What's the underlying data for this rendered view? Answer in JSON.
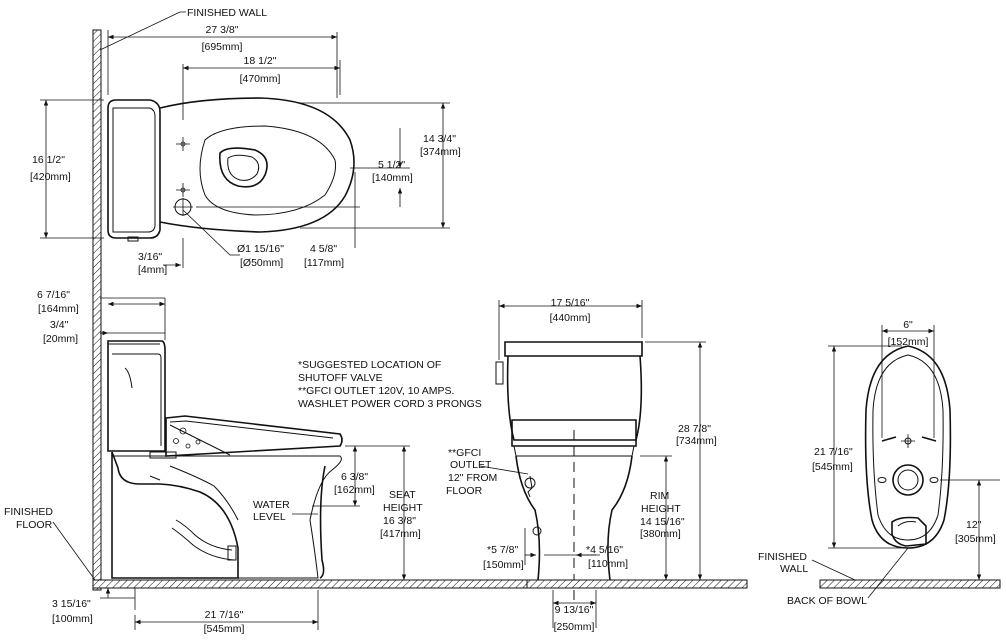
{
  "labels": {
    "finished_wall_top": "FINISHED WALL",
    "dim_27_in": "27 3/8\"",
    "dim_27_mm": "[695mm]",
    "dim_18_in": "18 1/2\"",
    "dim_18_mm": "[470mm]",
    "dim_16_in": "16 1/2\"",
    "dim_16_mm": "[420mm]",
    "dim_14_in": "14 3/4\"",
    "dim_14_mm": "[374mm]",
    "dim_5h_in": "5 1/2\"",
    "dim_5h_mm": "[140mm]",
    "dim_316_in": "3/16\"",
    "dim_316_mm": "[4mm]",
    "dim_dia_in": "Ø1 15/16\"",
    "dim_dia_mm": "[Ø50mm]",
    "dim_458_in": "4 5/8\"",
    "dim_458_mm": "[117mm]",
    "dim_6716_in": "6 7/16\"",
    "dim_6716_mm": "[164mm]",
    "dim_34_in": "3/4\"",
    "dim_34_mm": "[20mm]",
    "notes": [
      "*SUGGESTED LOCATION OF",
      "SHUTOFF VALVE",
      "**GFCI OUTLET 120V, 10 AMPS.",
      "WASHLET POWER CORD 3 PRONGS"
    ],
    "dim_638_in": "6 3/8\"",
    "dim_638_mm": "[162mm]",
    "water_level": [
      "WATER",
      "LEVEL"
    ],
    "seat_height": [
      "SEAT",
      "HEIGHT",
      "16 3/8\"",
      "[417mm]"
    ],
    "finished_floor": [
      "FINISHED",
      "FLOOR"
    ],
    "dim_31516_in": "3 15/16\"",
    "dim_31516_mm": "[100mm]",
    "dim_21716_bot_in": "21 7/16\"",
    "dim_21716_bot_mm": "[545mm]",
    "dim_17516_in": "17 5/16\"",
    "dim_17516_mm": "[440mm]",
    "dim_2878_in": "28 7/8\"",
    "dim_2878_mm": "[734mm]",
    "gfci": [
      "**GFCI",
      "OUTLET",
      "12\" FROM",
      "FLOOR"
    ],
    "rim_height": [
      "RIM",
      "HEIGHT",
      "14 15/16\"",
      "[380mm]"
    ],
    "dim_578_in": "*5 7/8\"",
    "dim_578_mm": "[150mm]",
    "dim_4516_in": "*4 5/16\"",
    "dim_4516_mm": "[110mm]",
    "dim_91316_in": "9 13/16\"",
    "dim_91316_mm": "[250mm]",
    "dim_6_in": "6\"",
    "dim_6_mm": "[152mm]",
    "dim_21716_r_in": "21 7/16\"",
    "dim_21716_r_mm": "[545mm]",
    "dim_12_in": "12\"",
    "dim_12_mm": "[305mm]",
    "finished_wall_r": [
      "FINISHED",
      "WALL"
    ],
    "back_of_bowl": "BACK OF BOWL"
  }
}
